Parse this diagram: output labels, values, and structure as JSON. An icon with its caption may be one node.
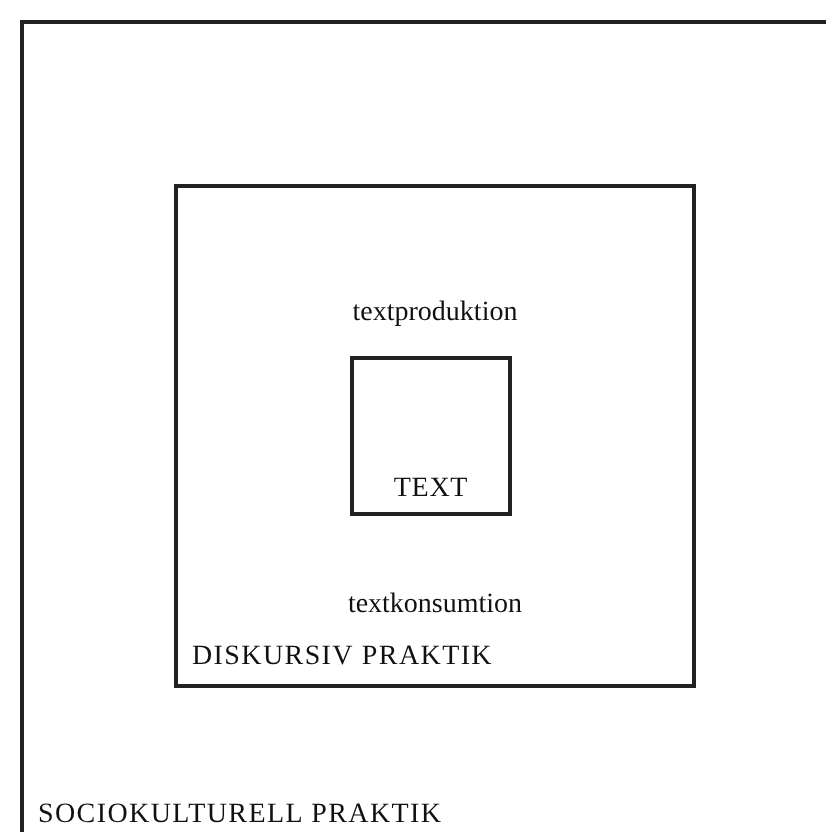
{
  "diagram": {
    "nodes": [
      {
        "text": [
          "SOCIOKULTURELL PRAKTIK"
        ]
      },
      {
        "text": [
          "textproduktion",
          "textkonsumtion",
          "DISKURSIV PRAKTIK"
        ],
        "in": 0
      },
      {
        "text": [
          "TEXT"
        ],
        "in": 1
      }
    ]
  }
}
